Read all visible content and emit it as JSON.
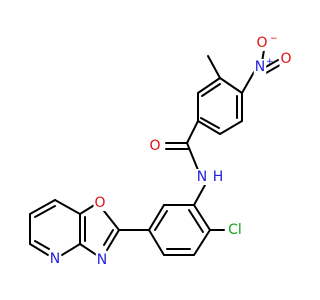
{
  "molecule": {
    "colors": {
      "bond": "#000000",
      "C": "#000000",
      "N": "#1f1fe0",
      "O": "#e01010",
      "Cl": "#16a316"
    },
    "labels": {
      "o_nitro_top": "O",
      "o_nitro_charge": "−",
      "n_nitro": "N",
      "n_nitro_charge": "+",
      "o_nitro_right": "O",
      "o_carbonyl": "O",
      "n_amide": "N",
      "h_amide": "H",
      "cl": "Cl",
      "o_oxazole": "O",
      "n_oxazole": "N",
      "n_pyridine": "N"
    }
  }
}
